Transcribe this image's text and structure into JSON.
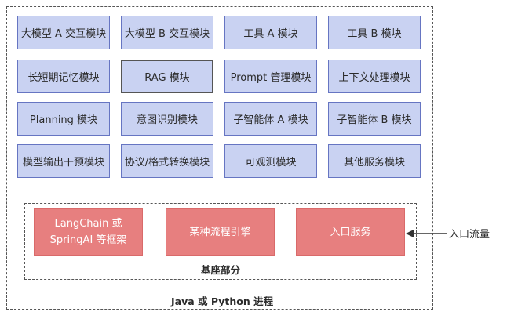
{
  "modules": [
    "大模型 A 交互模块",
    "大模型 B 交互模块",
    "工具 A 模块",
    "工具 B 模块",
    "长短期记忆模块",
    "RAG 模块",
    "Prompt 管理模块",
    "上下文处理模块",
    "Planning 模块",
    "意图识别模块",
    "子智能体 A 模块",
    "子智能体 B 模块",
    "模型输出干预模块",
    "协议/格式转换模块",
    "可观测模块",
    "其他服务模块"
  ],
  "base": {
    "items": [
      {
        "line1": "LangChain 或",
        "line2": "SpringAI 等框架"
      },
      {
        "line1": "某种流程引擎"
      },
      {
        "line1": "入口服务"
      }
    ],
    "title": "基座部分"
  },
  "process_label": "Java 或 Python 进程",
  "entry_traffic_label": "入口流量",
  "colors": {
    "module_fill": "#c9d2f2",
    "module_border": "#6675c2",
    "base_fill": "#e77f7f"
  }
}
